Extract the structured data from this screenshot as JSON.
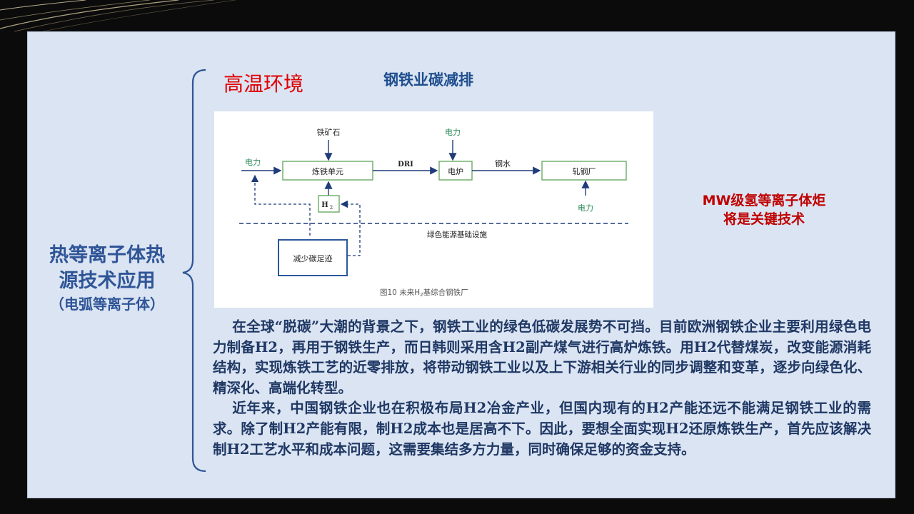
{
  "left_title": {
    "line1": "热等离子体热",
    "line2": "源技术应用",
    "line3": "（电弧等离子体）"
  },
  "heading_red": "高温环境",
  "heading_blue": "钢铁业碳减排",
  "figure": {
    "labels": {
      "iron_ore": "铁矿石",
      "power_left": "电力",
      "ironmaking_unit": "炼铁单元",
      "dri": "DRI",
      "power_top": "电力",
      "electric_furnace": "电炉",
      "molten_steel": "钢水",
      "rolling_mill": "轧钢厂",
      "power_bottom": "电力",
      "h2": "H",
      "h2_sub": "2",
      "green_energy": "绿色能源基础设施",
      "reduce_carbon": "减少碳足迹"
    },
    "caption_prefix": "图10 未来H",
    "caption_sub": "2",
    "caption_suffix": "基综合钢铁厂"
  },
  "side_note": {
    "line1": "MW级氢等离子体炬",
    "line2": "将是关键技术"
  },
  "body": {
    "paragraph1": "在全球“脱碳”大潮的背景之下，钢铁工业的绿色低碳发展势不可挡。目前欧洲钢铁企业主要利用绿色电力制备H2，再用于钢铁生产，而日韩则采用含H2副产煤气进行高炉炼铁。用H2代替煤炭，改变能源消耗结构，实现炼铁工艺的近零排放，将带动钢铁工业以及上下游相关行业的同步调整和变革，逐步向绿色化、精深化、高端化转型。",
    "paragraph2": "近年来，中国钢铁企业也在积极布局H2冶金产业，但国内现有的H2产能还远不能满足钢铁工业的需求。除了制H2产能有限，制H2成本也是居高不下。因此，要想全面实现H2还原炼铁生产，首先应该解决制H2工艺水平和成本问题，这需要集结多方力量，同时确保足够的资金支持。"
  },
  "colors": {
    "brand_blue": "#2f5597",
    "accent_red": "#e00000",
    "diagram_green": "#6aaa64",
    "diagram_navy": "#1f3b7a"
  }
}
